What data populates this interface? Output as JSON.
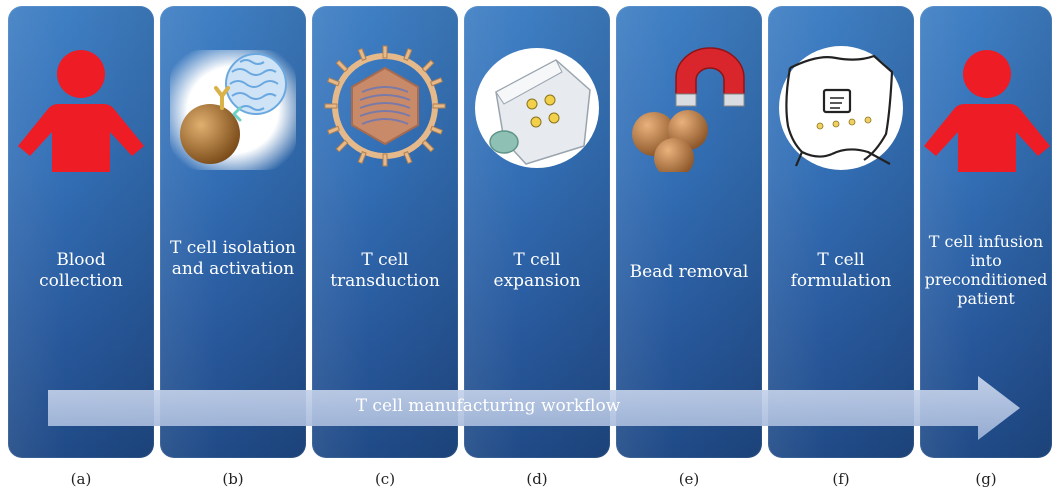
{
  "steps": [
    {
      "letter": "(a)",
      "label": "Blood collection",
      "icon": "person-icon"
    },
    {
      "letter": "(b)",
      "label": "T cell isolation and activation",
      "icon": "cell-activation-icon"
    },
    {
      "letter": "(c)",
      "label": "T cell transduction",
      "icon": "virus-vector-icon"
    },
    {
      "letter": "(d)",
      "label": "T cell expansion",
      "icon": "culture-flask-icon"
    },
    {
      "letter": "(e)",
      "label": "Bead removal",
      "icon": "magnet-beads-icon"
    },
    {
      "letter": "(f)",
      "label": "T cell formulation",
      "icon": "infusion-bag-icon"
    },
    {
      "letter": "(g)",
      "label": "T cell infusion into preconditioned patient",
      "icon": "person-icon"
    }
  ],
  "workflow_label": "T cell manufacturing workflow",
  "colors": {
    "panel": "#336fb6",
    "person": "#ee1c25",
    "arrow": "#b7c8e6",
    "text": "#ffffff"
  }
}
